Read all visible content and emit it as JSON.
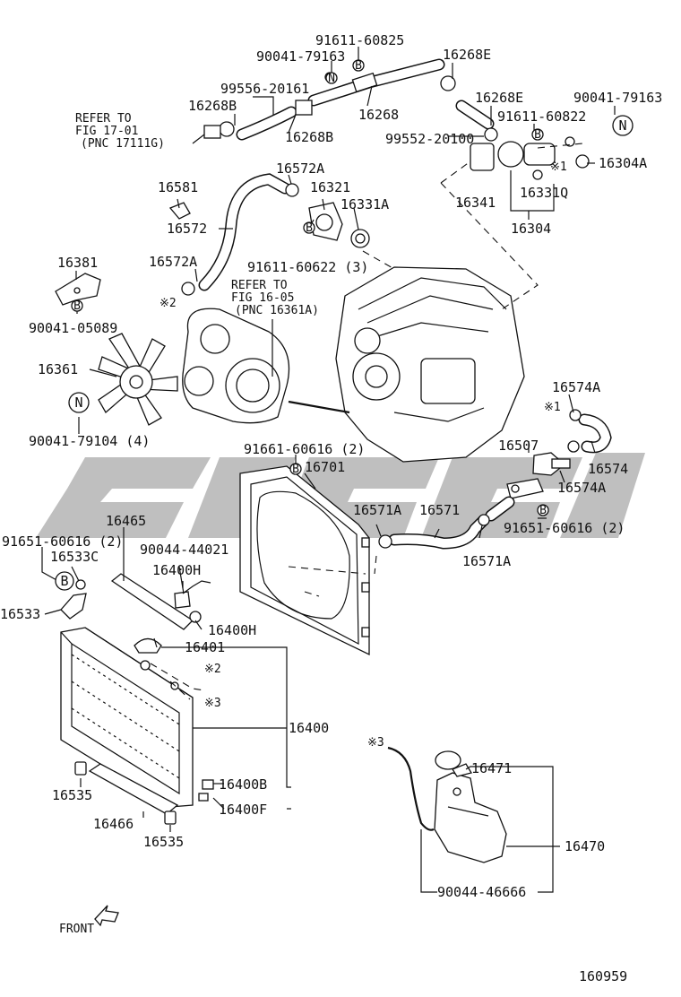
{
  "diagram": {
    "figure_number": "160959",
    "front_label": "FRONT",
    "watermark_text": "",
    "notes": {
      "refer1": [
        "REFER TO",
        "FIG 17-01",
        "(PNC 17111G)"
      ],
      "refer2": [
        "REFER TO",
        "FIG 16-05",
        "(PNC 16361A)"
      ],
      "mark1": "※1",
      "mark2": "※2",
      "mark3": "※3"
    },
    "circle_badges": {
      "B": "B",
      "N": "N"
    },
    "labels": {
      "p91611_60825": "91611-60825",
      "p90041_79163a": "90041-79163",
      "p16268E_a": "16268E",
      "p99556_20161": "99556-20161",
      "p16268B_a": "16268B",
      "p16268": "16268",
      "p16268E_b": "16268E",
      "p90041_79163b": "90041-79163",
      "p91611_60822": "91611-60822",
      "p16268B_b": "16268B",
      "p99552_20100": "99552-20100",
      "p16304A": "16304A",
      "p16572A_a": "16572A",
      "p16581": "16581",
      "p16321": "16321",
      "p16331A": "16331A",
      "p16341": "16341",
      "p16331Q": "16331Q",
      "p16572": "16572",
      "p16304": "16304",
      "p16381": "16381",
      "p16572A_b": "16572A",
      "p91611_60622": "91611-60622 (3)",
      "p90041_05089": "90041-05089",
      "p16361": "16361",
      "p16574A_a": "16574A",
      "p90041_79104": "90041-79104 (4)",
      "p91661_60616": "91661-60616 (2)",
      "p16701": "16701",
      "p16507": "16507",
      "p16574": "16574",
      "p16574A_b": "16574A",
      "p16465": "16465",
      "p16571A_a": "16571A",
      "p16571": "16571",
      "p91651_60616a": "91651-60616 (2)",
      "p91651_60616b": "91651-60616 (2)",
      "p90044_44021": "90044-44021",
      "p16533C": "16533C",
      "p16571A_b": "16571A",
      "p16400H_a": "16400H",
      "p16533": "16533",
      "p16400H_b": "16400H",
      "p16401": "16401",
      "p16400": "16400",
      "p16471": "16471",
      "p16535a": "16535",
      "p16400B": "16400B",
      "p16470": "16470",
      "p16466": "16466",
      "p16400F": "16400F",
      "p16535b": "16535",
      "p90044_46666": "90044-46666"
    }
  }
}
